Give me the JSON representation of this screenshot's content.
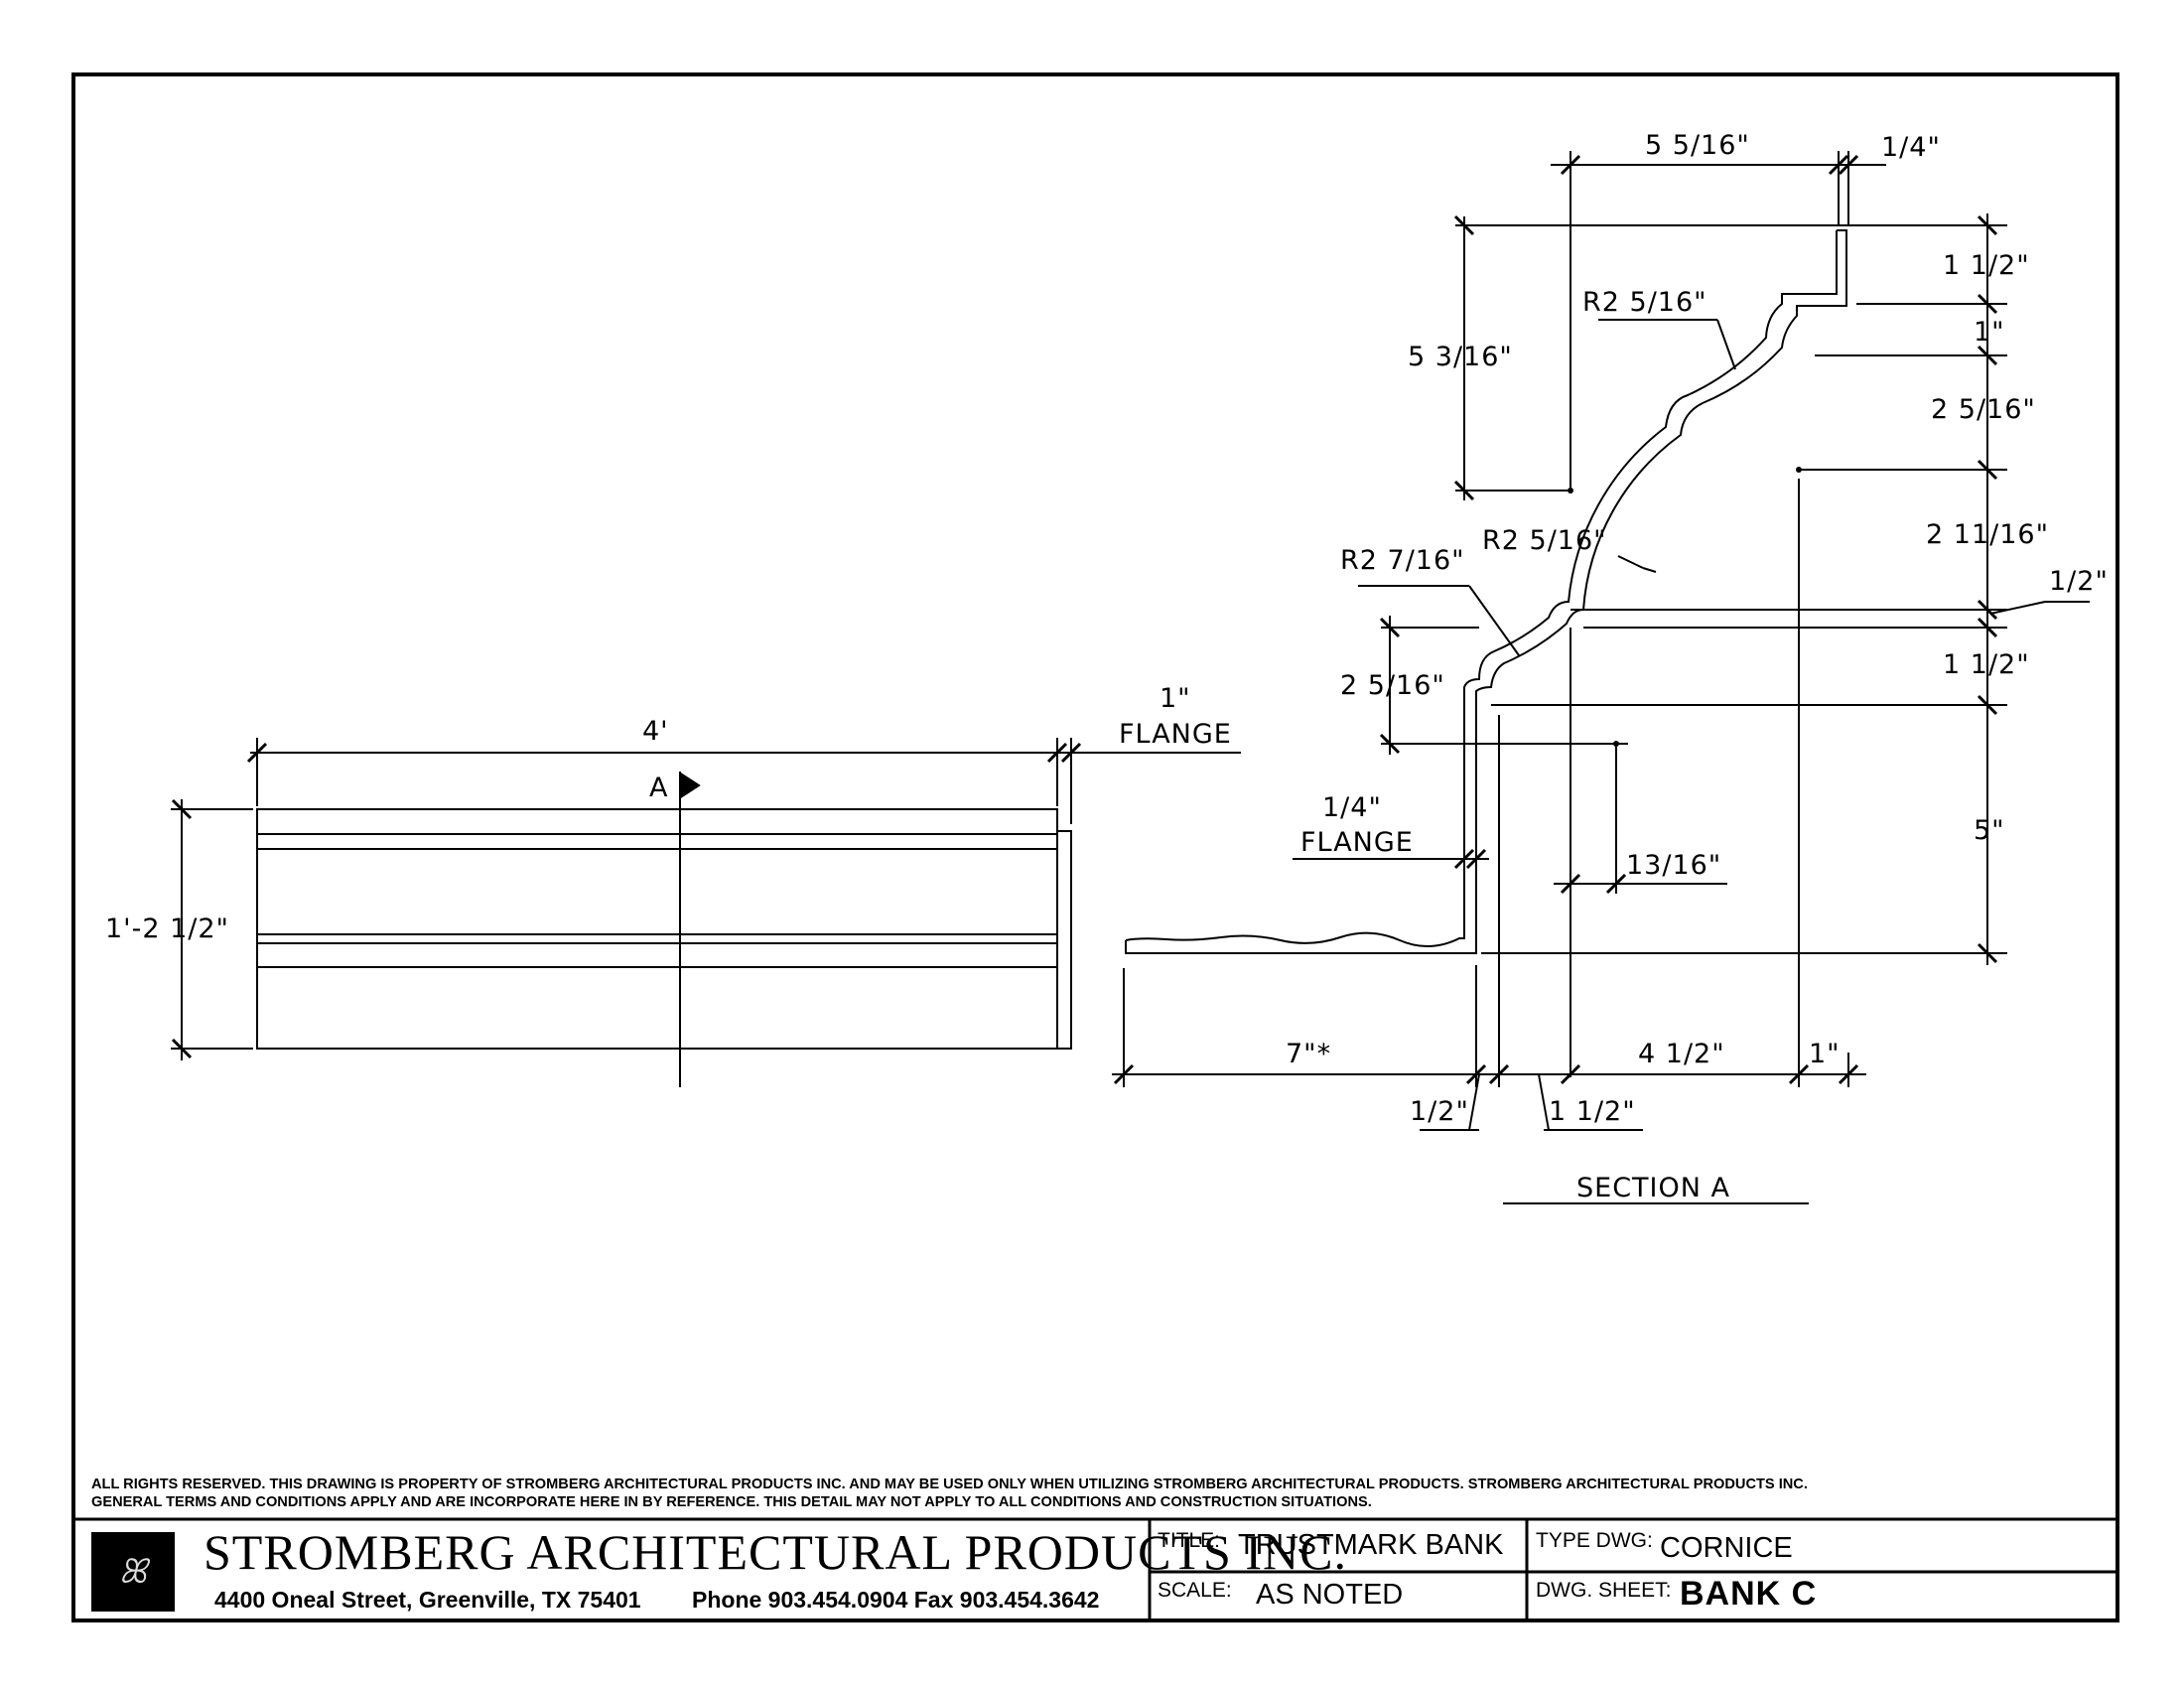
{
  "drawing": {
    "elevation": {
      "length_label": "4'",
      "height_label": "1'-2 1/2\"",
      "section_marker": "A",
      "flange_value": "1\"",
      "flange_word": "FLANGE"
    },
    "section": {
      "top_width": "5 5/16\"",
      "top_flange": "1/4\"",
      "rise_5_3_16": "5 3/16\"",
      "radius_upper": "R2 5/16\"",
      "radius_middle": "R2 5/16\"",
      "radius_lower": "R2 7/16\"",
      "right_1_1_2_top": "1 1/2\"",
      "right_1": "1\"",
      "right_2_5_16": "2 5/16\"",
      "right_2_11_16": "2 11/16\"",
      "right_1_2": "1/2\"",
      "right_1_1_2_mid": "1 1/2\"",
      "right_5": "5\"",
      "left_2_5_16": "2 5/16\"",
      "flange_quarter_value": "1/4\"",
      "flange_quarter_word": "FLANGE",
      "offset_13_16": "13/16\"",
      "bottom_7": "7\"*",
      "bottom_1_2": "1/2\"",
      "bottom_1_1_2": "1 1/2\"",
      "bottom_4_1_2": "4 1/2\"",
      "bottom_1": "1\"",
      "title": "SECTION A"
    }
  },
  "notes": {
    "line1": "ALL RIGHTS RESERVED. THIS DRAWING IS PROPERTY OF STROMBERG ARCHITECTURAL PRODUCTS INC. AND MAY BE USED ONLY WHEN UTILIZING STROMBERG ARCHITECTURAL PRODUCTS.  STROMBERG ARCHITECTURAL PRODUCTS INC.",
    "line2": "GENERAL TERMS AND CONDITIONS APPLY AND ARE INCORPORATE HERE IN BY REFERENCE.  THIS DETAIL MAY NOT APPLY TO ALL CONDITIONS AND CONSTRUCTION SITUATIONS."
  },
  "title_block": {
    "company": "STROMBERG ARCHITECTURAL PRODUCTS INC.",
    "address": "4400 Oneal Street, Greenville, TX  75401",
    "phone_fax": "Phone 903.454.0904   Fax 903.454.3642",
    "title_label": "TITLE:",
    "title_value": "TRUSTMARK BANK",
    "type_label": "TYPE DWG:",
    "type_value": "CORNICE",
    "scale_label": "SCALE:",
    "scale_value": "AS NOTED",
    "sheet_label": "DWG. SHEET:",
    "sheet_value": "BANK C"
  }
}
